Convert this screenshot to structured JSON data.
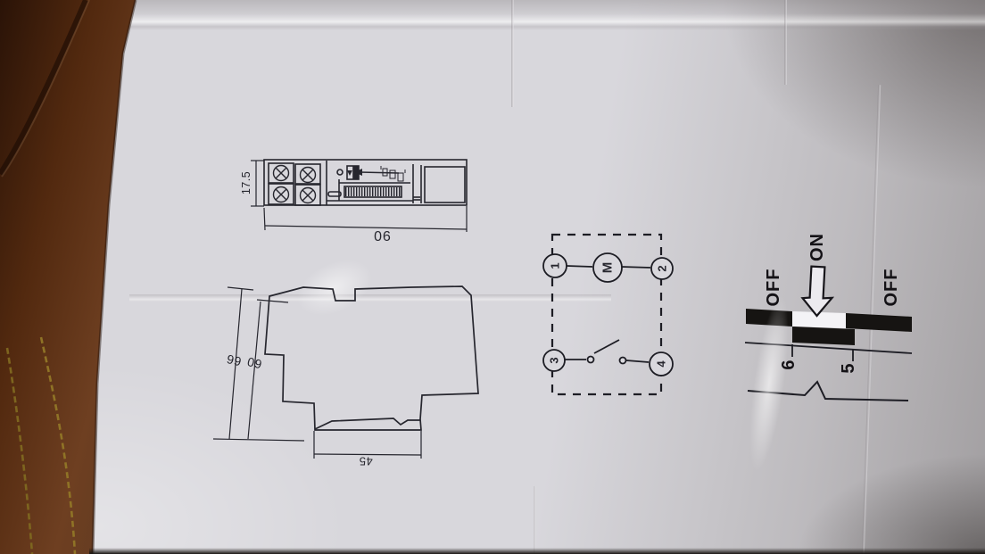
{
  "colors": {
    "paper": "#d8d7dc",
    "ink": "#26262e",
    "print_black": "#161412",
    "leather": "#6b3d22",
    "stitch": "#8f7326"
  },
  "front_view": {
    "height_label": "17.5",
    "width_label": "90"
  },
  "side_view": {
    "outer_height_label": "66",
    "inner_height_label": "60",
    "width_label": "45"
  },
  "circuit_diagram": {
    "terminal_labels": [
      "1",
      "2",
      "3",
      "4"
    ],
    "motor_label": "M"
  },
  "timer_scale": {
    "off_left_label": "OFF",
    "on_label": "ON",
    "off_right_label": "OFF",
    "hour_labels": [
      "6",
      "5"
    ]
  }
}
